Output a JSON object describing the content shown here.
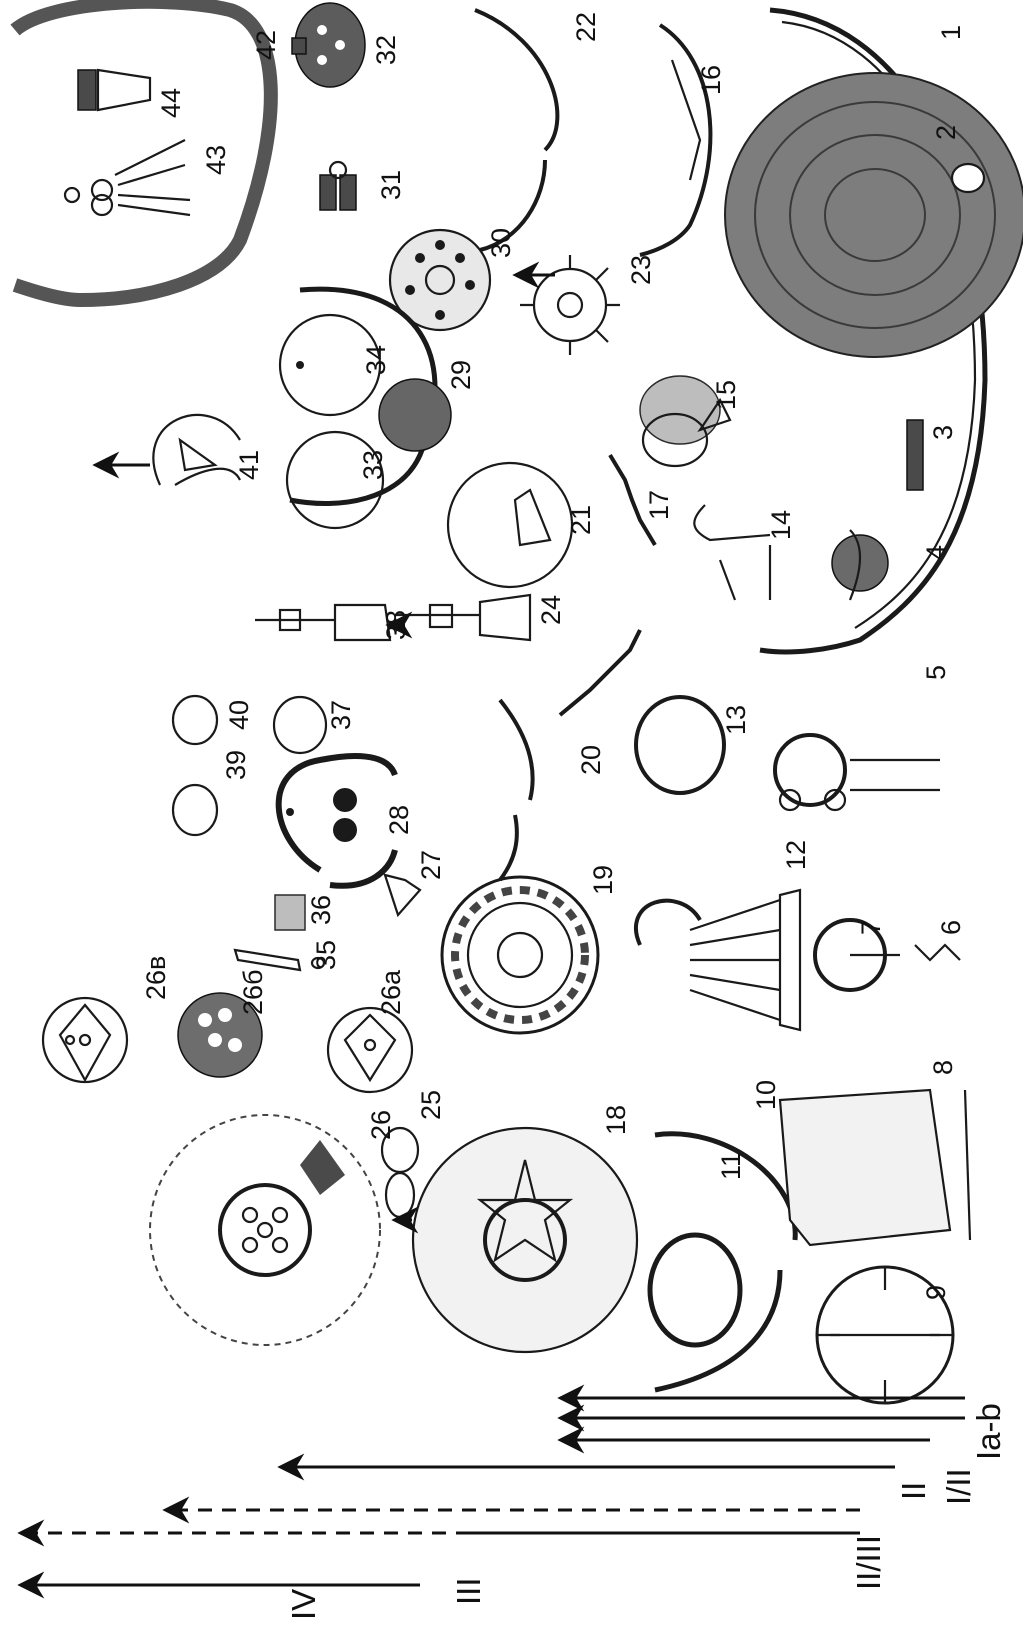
{
  "figure": {
    "numbers": [
      "1",
      "2",
      "3",
      "4",
      "5",
      "6",
      "7",
      "8",
      "9",
      "10",
      "11",
      "12",
      "13",
      "14",
      "15",
      "16",
      "17",
      "18",
      "19",
      "20",
      "21",
      "22",
      "23",
      "24",
      "25",
      "26",
      "26а",
      "26б",
      "26в",
      "27",
      "28",
      "29",
      "30",
      "31",
      "32",
      "33",
      "34",
      "35",
      "36",
      "37",
      "38",
      "39",
      "40",
      "41",
      "42",
      "43",
      "44"
    ],
    "phases": [
      "Ia-b",
      "I/II",
      "II",
      "II/III",
      "III",
      "IV"
    ]
  }
}
